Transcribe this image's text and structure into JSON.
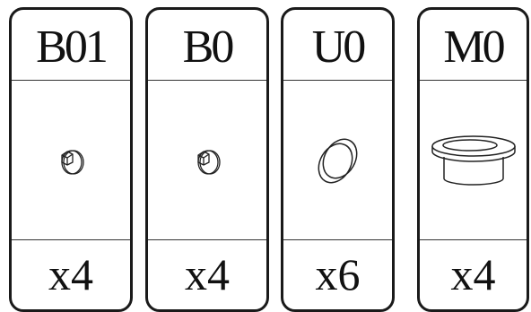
{
  "parts": [
    {
      "code": "B01",
      "quantity": "x4",
      "icon": "screw-head-icon"
    },
    {
      "code": "B0",
      "quantity": "x4",
      "icon": "screw-head-icon"
    },
    {
      "code": "U0",
      "quantity": "x6",
      "icon": "round-cap-icon"
    },
    {
      "code": "M0",
      "quantity": "x4",
      "icon": "plug-cap-icon"
    }
  ]
}
